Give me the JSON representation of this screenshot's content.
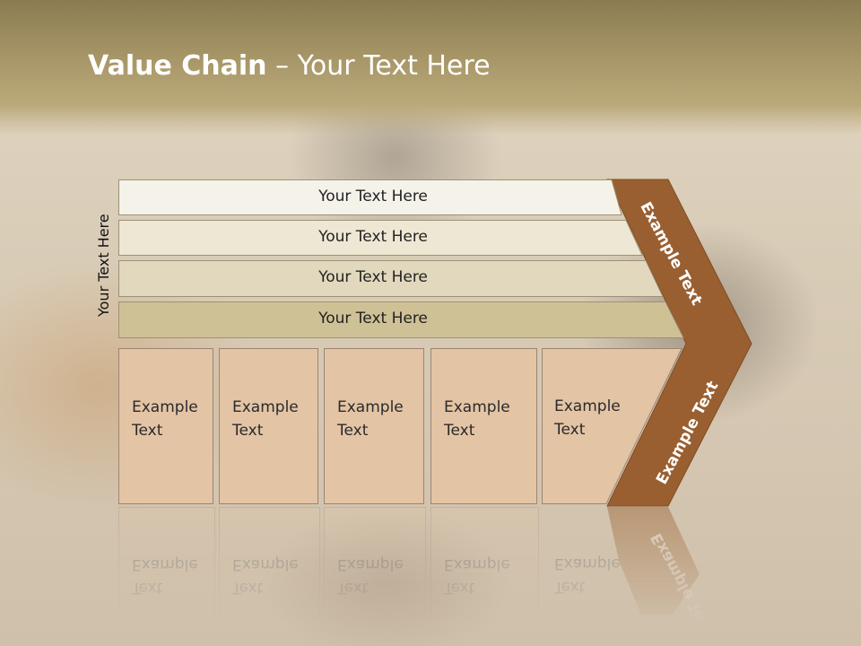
{
  "slide": {
    "title_bold": "Value Chain",
    "title_rest": " – Your Text Here",
    "side_label": "Your Text Here"
  },
  "bars": [
    {
      "label": "Your Text Here",
      "fill": "#f5f2ea"
    },
    {
      "label": "Your Text Here",
      "fill": "#eee7d4"
    },
    {
      "label": "Your Text Here",
      "fill": "#e1d8bd"
    },
    {
      "label": "Your Text Here",
      "fill": "#cfc196"
    }
  ],
  "boxes": [
    {
      "line1": "Example",
      "line2": "Text"
    },
    {
      "line1": "Example",
      "line2": "Text"
    },
    {
      "line1": "Example",
      "line2": "Text"
    },
    {
      "line1": "Example",
      "line2": "Text"
    },
    {
      "line1": "Example",
      "line2": "Text"
    }
  ],
  "chevron": {
    "upper_label": "Example Text",
    "lower_label": "Example Text",
    "color": "#9a5f30"
  },
  "colors": {
    "box_fill": "#e3c4a5",
    "box_border": "#9d8571"
  }
}
